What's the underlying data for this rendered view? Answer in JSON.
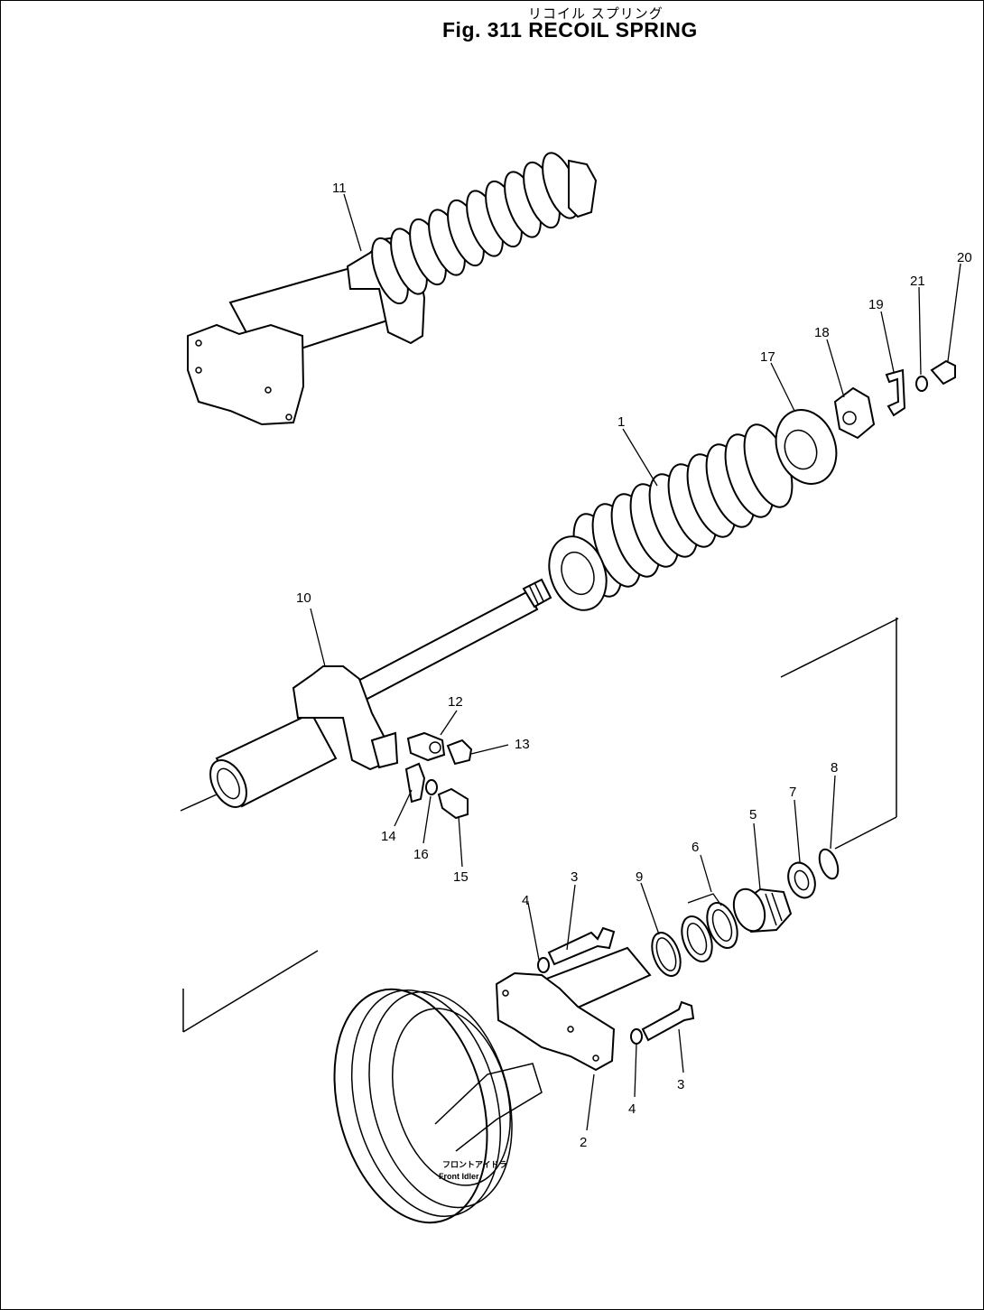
{
  "title": {
    "japanese": "リコイル スプリング",
    "english": "Fig. 311 RECOIL SPRING"
  },
  "callouts": {
    "c1": "1",
    "c2": "2",
    "c3a": "3",
    "c3b": "3",
    "c4a": "4",
    "c4b": "4",
    "c5": "5",
    "c6": "6",
    "c7": "7",
    "c8": "8",
    "c9": "9",
    "c10": "10",
    "c11": "11",
    "c12": "12",
    "c13": "13",
    "c14": "14",
    "c15": "15",
    "c16": "16",
    "c17": "17",
    "c18": "18",
    "c19": "19",
    "c20": "20",
    "c21": "21"
  },
  "notes": {
    "front_idler_jp": "フロントアイドラ",
    "front_idler_en": "Front Idler"
  }
}
